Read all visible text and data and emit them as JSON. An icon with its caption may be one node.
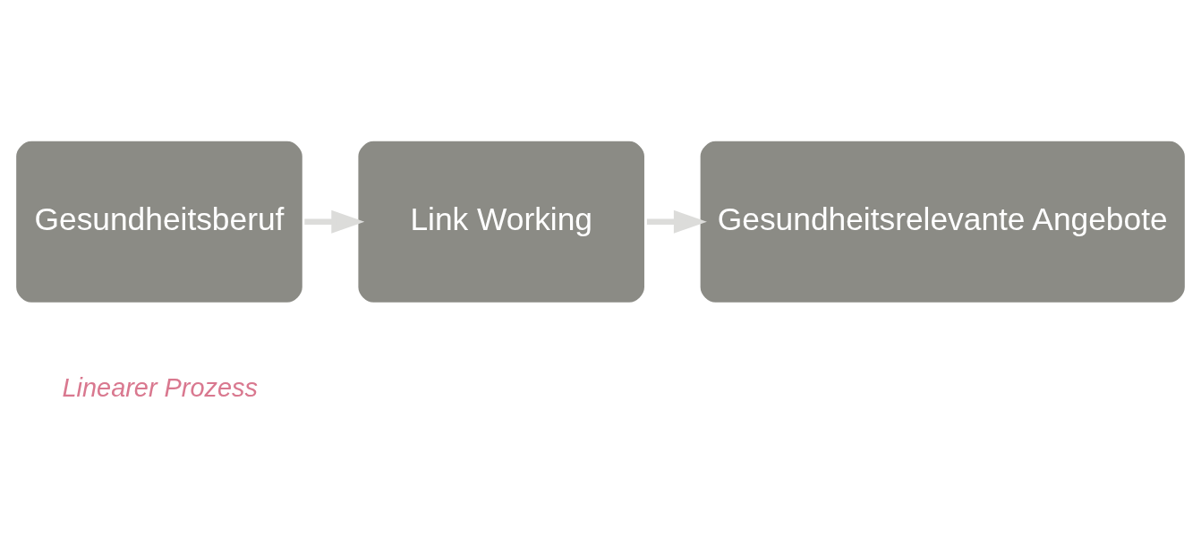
{
  "diagram": {
    "nodes": [
      {
        "text": [
          "Gesundheitsberuf"
        ]
      },
      {
        "text": [
          "Link Working"
        ]
      },
      {
        "text": [
          "Gesundheitsrelevante Angebote"
        ]
      }
    ],
    "edges": [
      {
        "from": 0,
        "to": 1,
        "arrow": "to"
      },
      {
        "from": 1,
        "to": 2,
        "arrow": "to"
      }
    ],
    "labels": [
      "Linearer Prozess"
    ]
  }
}
